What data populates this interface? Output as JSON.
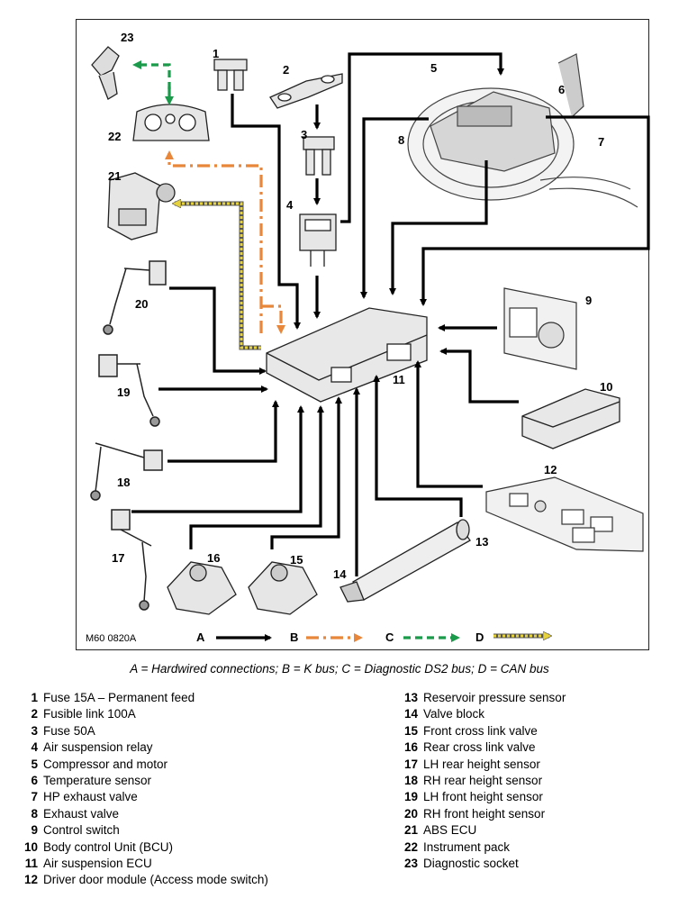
{
  "figure_code": "M60 0820A",
  "caption": "A = Hardwired connections; B = K bus; C = Diagnostic DS2 bus; D = CAN bus",
  "legend": [
    {
      "letter": "A",
      "style": "solid",
      "color": "#000000"
    },
    {
      "letter": "B",
      "style": "dash-dot",
      "color": "#e8863a"
    },
    {
      "letter": "C",
      "style": "dashed",
      "color": "#1a9a4a"
    },
    {
      "letter": "D",
      "style": "dotted-double",
      "color": "#e6d23c"
    }
  ],
  "callouts": [
    "1",
    "2",
    "3",
    "4",
    "5",
    "6",
    "7",
    "8",
    "9",
    "10",
    "11",
    "12",
    "13",
    "14",
    "15",
    "16",
    "17",
    "18",
    "19",
    "20",
    "21",
    "22",
    "23"
  ],
  "key_left": [
    {
      "n": "1",
      "text": "Fuse 15A – Permanent feed"
    },
    {
      "n": "2",
      "text": "Fusible link 100A"
    },
    {
      "n": "3",
      "text": "Fuse 50A"
    },
    {
      "n": "4",
      "text": "Air suspension relay"
    },
    {
      "n": "5",
      "text": "Compressor and motor"
    },
    {
      "n": "6",
      "text": "Temperature sensor"
    },
    {
      "n": "7",
      "text": "HP exhaust valve"
    },
    {
      "n": "8",
      "text": "Exhaust valve"
    },
    {
      "n": "9",
      "text": "Control switch"
    },
    {
      "n": "10",
      "text": "Body control Unit (BCU)"
    },
    {
      "n": "11",
      "text": "Air suspension ECU"
    },
    {
      "n": "12",
      "text": "Driver door module (Access mode switch)"
    }
  ],
  "key_right": [
    {
      "n": "13",
      "text": "Reservoir pressure sensor"
    },
    {
      "n": "14",
      "text": "Valve block"
    },
    {
      "n": "15",
      "text": "Front cross link valve"
    },
    {
      "n": "16",
      "text": "Rear cross link valve"
    },
    {
      "n": "17",
      "text": "LH rear height sensor"
    },
    {
      "n": "18",
      "text": "RH rear height sensor"
    },
    {
      "n": "19",
      "text": "LH front height sensor"
    },
    {
      "n": "20",
      "text": "RH front height sensor"
    },
    {
      "n": "21",
      "text": "ABS ECU"
    },
    {
      "n": "22",
      "text": "Instrument pack"
    },
    {
      "n": "23",
      "text": "Diagnostic socket"
    }
  ]
}
